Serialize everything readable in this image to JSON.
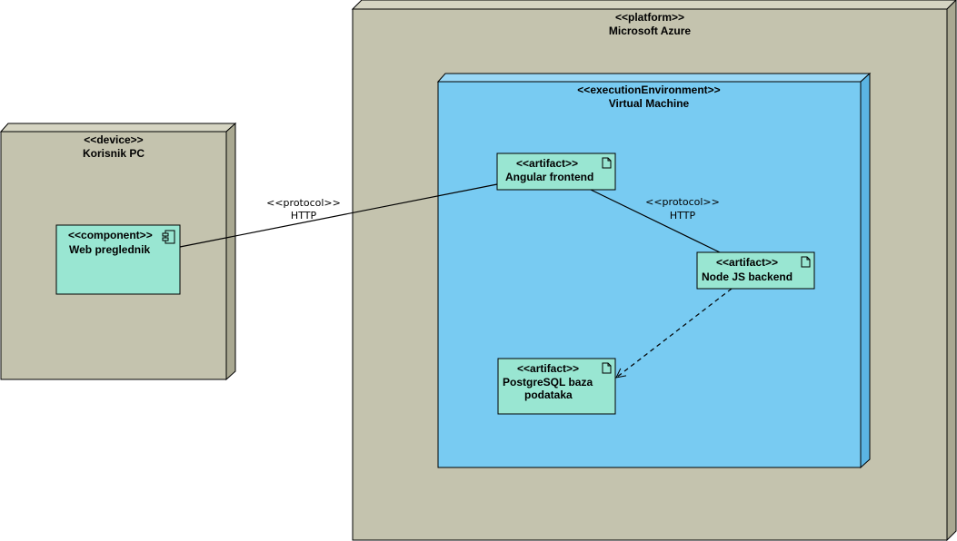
{
  "colors": {
    "node_fill": "#c4c3ae",
    "node_side": "#a9a891",
    "node_top": "#d5d4c2",
    "exec_fill": "#78cbf2",
    "exec_side": "#5bb4e3",
    "exec_top": "#9ad8f6",
    "artifact_fill": "#99e6d2",
    "stroke": "#000000"
  },
  "nodes": {
    "platform": {
      "stereotype": "<<platform>>",
      "name": "Microsoft Azure"
    },
    "device": {
      "stereotype": "<<device>>",
      "name": "Korisnik PC"
    },
    "exec_env": {
      "stereotype": "<<executionEnvironment>>",
      "name": "Virtual Machine"
    }
  },
  "component": {
    "stereotype": "<<component>>",
    "name": "Web preglednik",
    "icon": "component-icon"
  },
  "artifacts": {
    "angular": {
      "stereotype": "<<artifact>>",
      "name": "Angular frontend",
      "icon": "document-icon"
    },
    "node": {
      "stereotype": "<<artifact>>",
      "name": "Node JS backend",
      "icon": "document-icon"
    },
    "postgres": {
      "stereotype": "<<artifact>>",
      "name_line1": "PostgreSQL baza",
      "name_line2": "podataka",
      "icon": "document-icon"
    }
  },
  "edges": {
    "browser_to_angular": {
      "stereotype": "<<protocol>>",
      "label": "HTTP"
    },
    "angular_to_node": {
      "stereotype": "<<protocol>>",
      "label": "HTTP"
    },
    "node_to_postgres": {
      "style": "dashed-dependency"
    }
  }
}
